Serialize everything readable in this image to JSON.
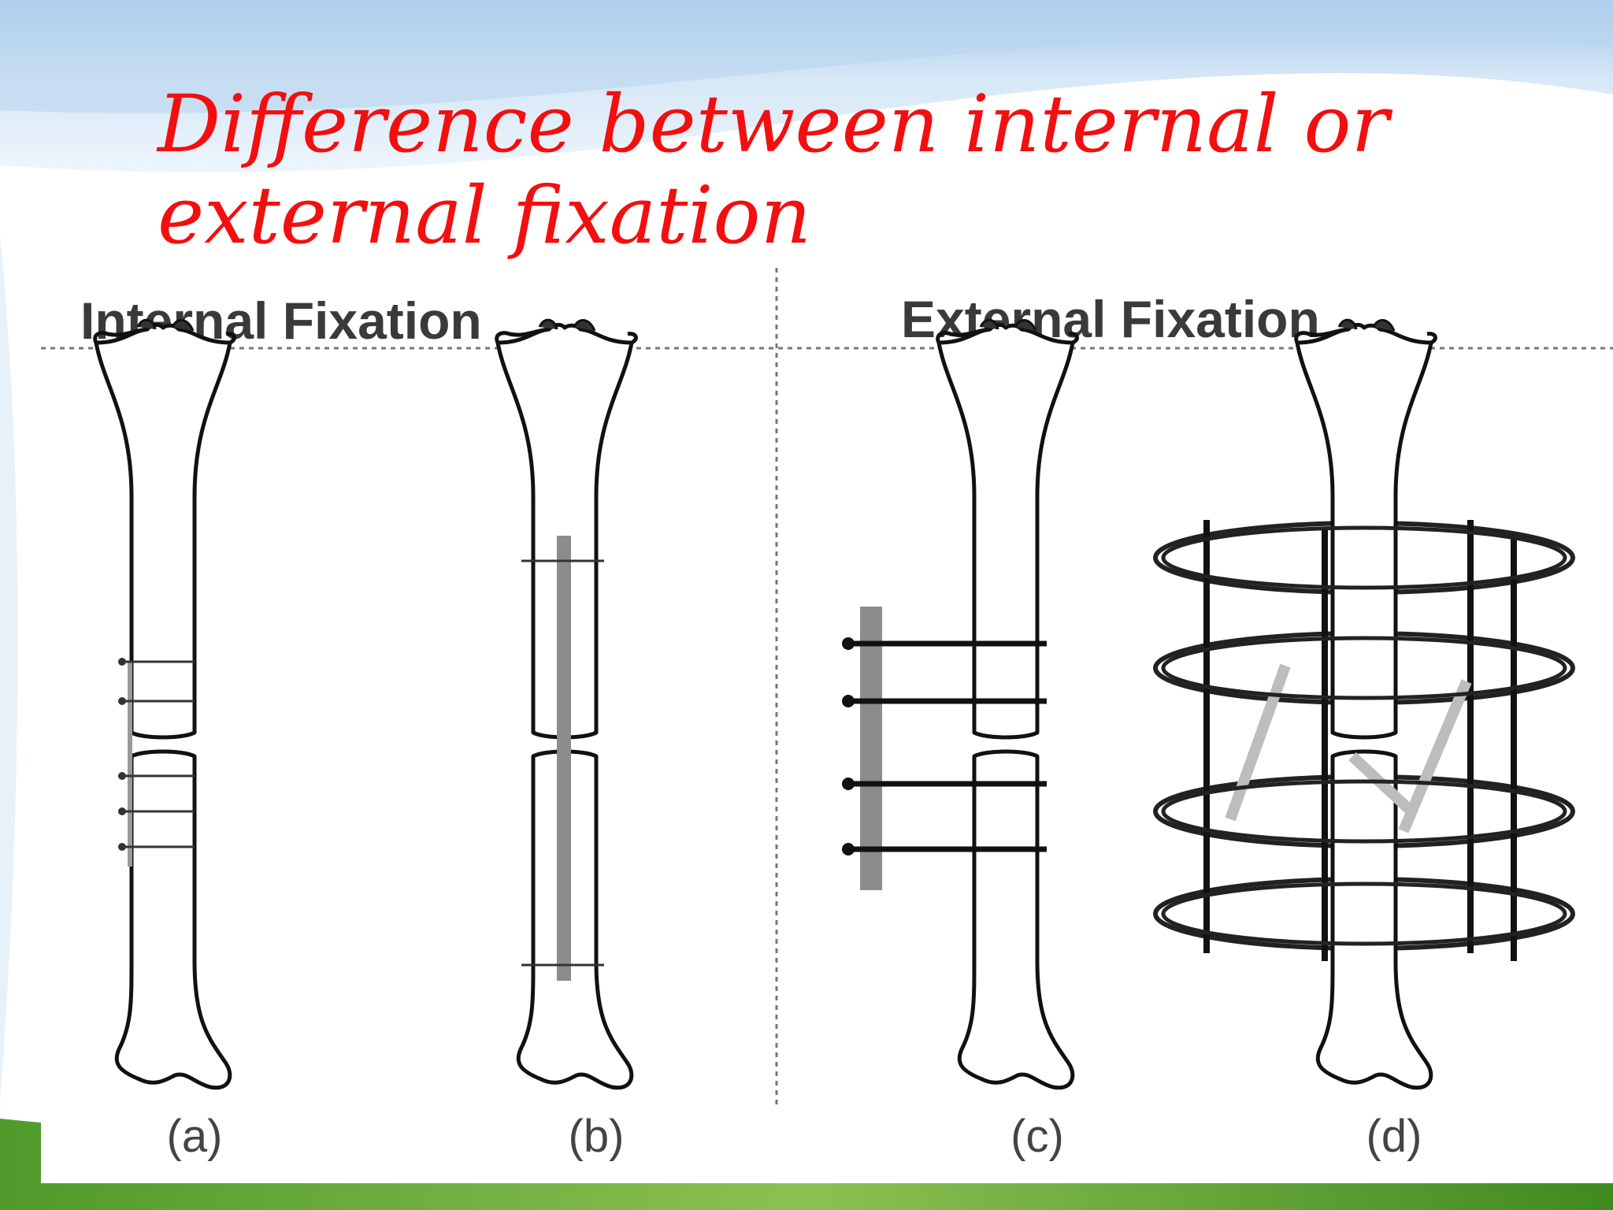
{
  "slide": {
    "title": "Difference between internal or external fixation"
  },
  "diagram": {
    "sections": [
      {
        "heading": "Internal Fixation"
      },
      {
        "heading": "External Fixation"
      }
    ],
    "panels": [
      {
        "label": "(a)"
      },
      {
        "label": "(b)"
      },
      {
        "label": "(c)"
      },
      {
        "label": "(d)"
      }
    ]
  },
  "colors": {
    "title": "#f20f10",
    "heading": "#3a3a3a",
    "bone_outline": "#111111",
    "implant": "#8c8c8c",
    "background_sky": "#cfe2f3",
    "background_grass": "#6fae3c"
  }
}
